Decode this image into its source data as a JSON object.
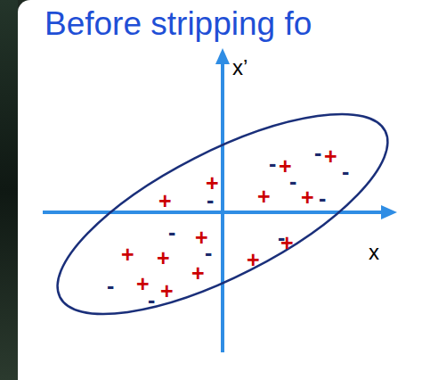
{
  "diagram": {
    "title": "Before stripping fo",
    "labels": [
      "x’",
      "x",
      "+",
      "-",
      "+",
      "-",
      "+",
      "-",
      "+",
      "-",
      "-",
      "+",
      "+",
      "-",
      "-",
      "+",
      "-",
      "-",
      "+",
      "+",
      "+",
      "+",
      "+",
      "-",
      "+",
      "+",
      "-"
    ]
  }
}
